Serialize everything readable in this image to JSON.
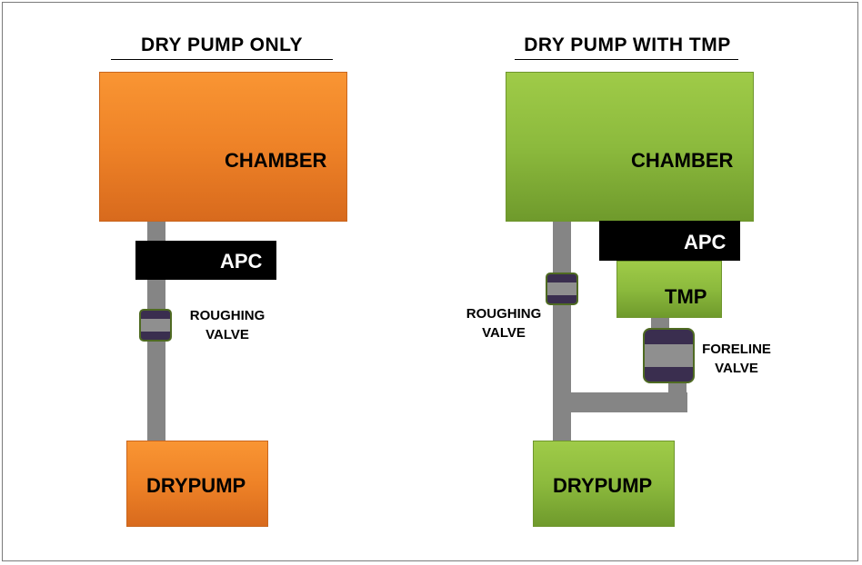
{
  "left": {
    "title": "DRY PUMP ONLY",
    "chamber": "CHAMBER",
    "apc": "APC",
    "valve_line1": "ROUGHING",
    "valve_line2": "VALVE",
    "pump": "DRYPUMP"
  },
  "right": {
    "title": "DRY PUMP WITH TMP",
    "chamber": "CHAMBER",
    "apc": "APC",
    "tmp": "TMP",
    "roughing_line1": "ROUGHING",
    "roughing_line2": "VALVE",
    "foreline_line1": "FORELINE",
    "foreline_line2": "VALVE",
    "pump": "DRYPUMP"
  },
  "colors": {
    "orange": "#ee8227",
    "green": "#8cba3d",
    "pipe": "#858585",
    "apc": "#000000",
    "valve_dark": "#3a2e4f"
  }
}
